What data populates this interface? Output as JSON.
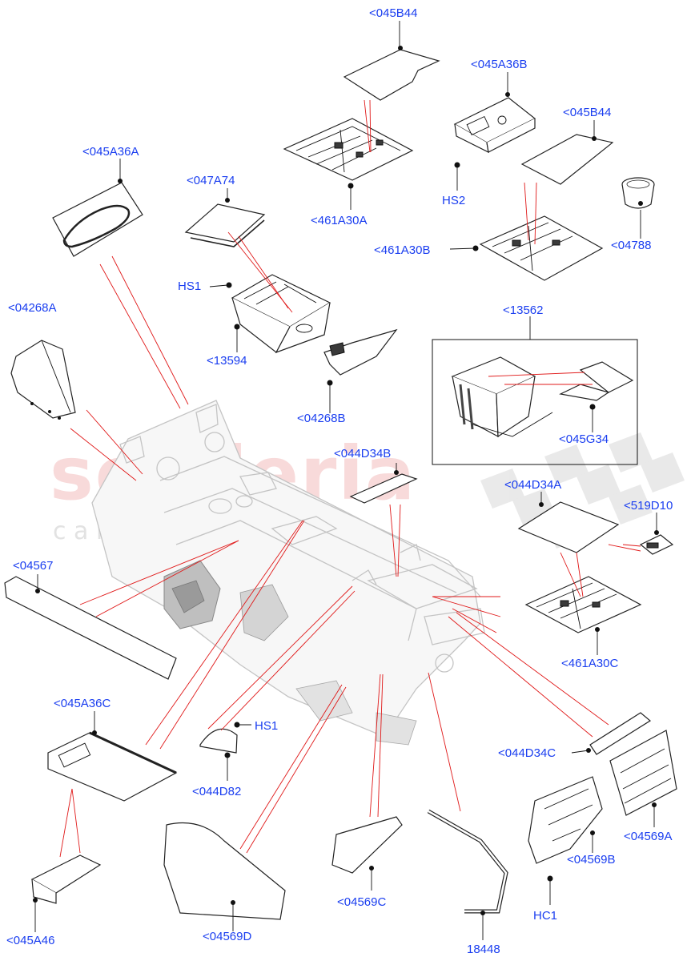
{
  "watermark": {
    "line1": "scuderia",
    "line2": "c a r   p a r t s"
  },
  "callouts": [
    {
      "id": "045B44-top",
      "text": "<045B44"
    },
    {
      "id": "045A36B",
      "text": "<045A36B"
    },
    {
      "id": "045B44-right",
      "text": "<045B44"
    },
    {
      "id": "045A36A",
      "text": "<045A36A"
    },
    {
      "id": "047A74",
      "text": "<047A74"
    },
    {
      "id": "HS2",
      "text": "HS2"
    },
    {
      "id": "461A30A",
      "text": "<461A30A"
    },
    {
      "id": "04788",
      "text": "<04788"
    },
    {
      "id": "461A30B",
      "text": "<461A30B"
    },
    {
      "id": "HS1-top",
      "text": "HS1"
    },
    {
      "id": "04268A",
      "text": "<04268A"
    },
    {
      "id": "13562",
      "text": "<13562"
    },
    {
      "id": "13594",
      "text": "<13594"
    },
    {
      "id": "04268B",
      "text": "<04268B"
    },
    {
      "id": "045G34",
      "text": "<045G34"
    },
    {
      "id": "044D34B",
      "text": "<044D34B"
    },
    {
      "id": "044D34A",
      "text": "<044D34A"
    },
    {
      "id": "519D10",
      "text": "<519D10"
    },
    {
      "id": "04567",
      "text": "<04567"
    },
    {
      "id": "461A30C",
      "text": "<461A30C"
    },
    {
      "id": "045A36C",
      "text": "<045A36C"
    },
    {
      "id": "HS1-bottom",
      "text": "HS1"
    },
    {
      "id": "044D34C",
      "text": "<044D34C"
    },
    {
      "id": "044D82",
      "text": "<044D82"
    },
    {
      "id": "04569A",
      "text": "<04569A"
    },
    {
      "id": "04569B",
      "text": "<04569B"
    },
    {
      "id": "04569C",
      "text": "<04569C"
    },
    {
      "id": "HC1",
      "text": "HC1"
    },
    {
      "id": "045A46",
      "text": "<045A46"
    },
    {
      "id": "04569D",
      "text": "<04569D"
    },
    {
      "id": "18448",
      "text": "18448"
    }
  ],
  "colors": {
    "label": "#1a3ef0",
    "leader_red": "#e01818",
    "line_dark": "#222222",
    "ghost": "#c4c4c4",
    "watermark": "#eb9696"
  }
}
